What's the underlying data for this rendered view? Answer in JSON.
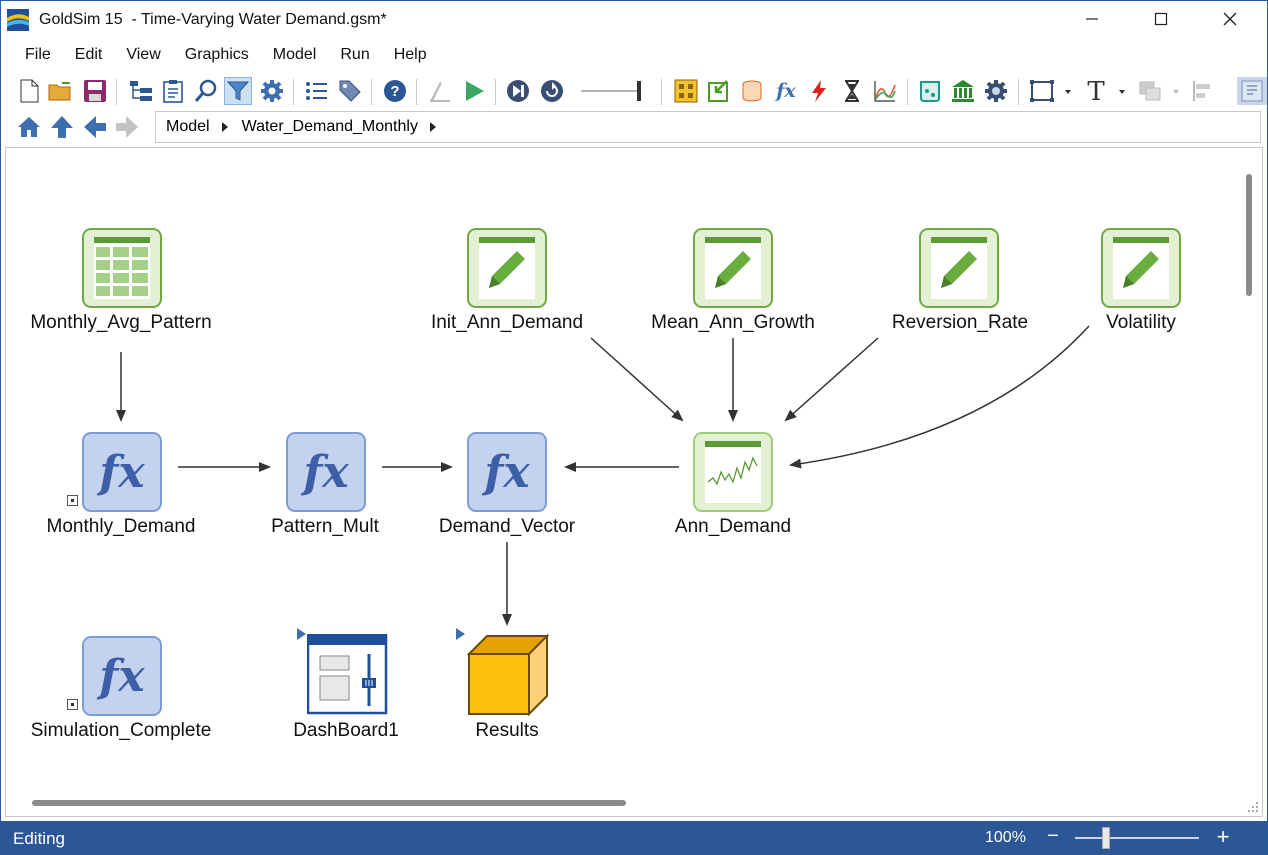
{
  "window": {
    "app_name": "GoldSim 15",
    "title": "GoldSim 15  - Time-Varying Water Demand.gsm*"
  },
  "menu": [
    "File",
    "Edit",
    "View",
    "Graphics",
    "Model",
    "Run",
    "Help"
  ],
  "breadcrumb": [
    "Model",
    "Water_Demand_Monthly"
  ],
  "colors": {
    "status_bar": "#2b5797",
    "data_node_fill": "#e3f0d4",
    "data_node_border": "#72a844",
    "expression_fill": "#c3d2ee",
    "expression_border": "#7e9bd6",
    "results_yellow": "#fbbf0e"
  },
  "nodes": {
    "monthly_avg_pattern": {
      "label": "Monthly_Avg_Pattern",
      "type": "lookup-table",
      "icon": "table-icon"
    },
    "init_ann_demand": {
      "label": "Init_Ann_Demand",
      "type": "data",
      "icon": "pencil-icon"
    },
    "mean_ann_growth": {
      "label": "Mean_Ann_Growth",
      "type": "data",
      "icon": "pencil-icon"
    },
    "reversion_rate": {
      "label": "Reversion_Rate",
      "type": "data",
      "icon": "pencil-icon"
    },
    "volatility": {
      "label": "Volatility",
      "type": "data",
      "icon": "pencil-icon"
    },
    "monthly_demand": {
      "label": "Monthly_Demand",
      "type": "expression",
      "icon": "fx-icon"
    },
    "pattern_mult": {
      "label": "Pattern_Mult",
      "type": "expression",
      "icon": "fx-icon"
    },
    "demand_vector": {
      "label": "Demand_Vector",
      "type": "expression",
      "icon": "fx-icon"
    },
    "ann_demand": {
      "label": "Ann_Demand",
      "type": "stochastic-time-series",
      "icon": "time-series-icon"
    },
    "simulation_complete": {
      "label": "Simulation_Complete",
      "type": "expression",
      "icon": "fx-icon"
    },
    "dashboard1": {
      "label": "DashBoard1",
      "type": "dashboard",
      "icon": "dashboard-icon"
    },
    "results": {
      "label": "Results",
      "type": "container",
      "icon": "box-icon"
    }
  },
  "status": {
    "mode": "Editing",
    "zoom": "100%",
    "zoom_minus": "−",
    "zoom_plus": "+"
  }
}
